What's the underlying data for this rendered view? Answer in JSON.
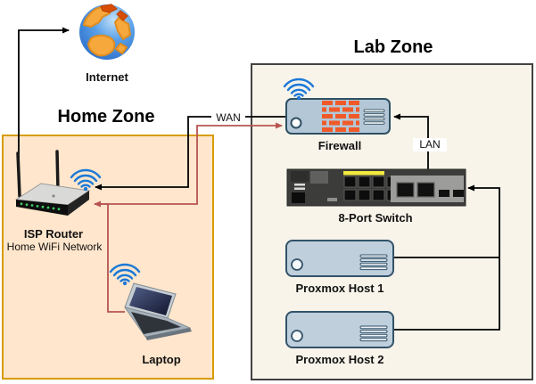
{
  "zones": {
    "home": {
      "title": "Home Zone"
    },
    "lab": {
      "title": "Lab Zone"
    }
  },
  "nodes": {
    "internet": {
      "label": "Internet"
    },
    "router": {
      "label": "ISP Router",
      "sublabel": "Home WiFi Network"
    },
    "laptop": {
      "label": "Laptop"
    },
    "firewall": {
      "label": "Firewall"
    },
    "switch": {
      "label": "8-Port Switch"
    },
    "proxmox1": {
      "label": "Proxmox Host 1"
    },
    "proxmox2": {
      "label": "Proxmox Host 2"
    }
  },
  "edges": {
    "wan": {
      "label": "WAN"
    },
    "lan": {
      "label": "LAN"
    }
  },
  "colors": {
    "home_zone_fill": "#FFE6CC",
    "home_zone_border": "#D79B00",
    "lab_zone_fill": "#F8F4EA",
    "lab_zone_border": "#424242",
    "wired_link": "#000000",
    "wireless_link": "#B85450",
    "wifi_icon_blue": "#1C79D8",
    "firewall_brick": "#F05A28",
    "device_chassis_fill": "#BFCFDC",
    "device_chassis_border": "#33536A",
    "switch_body": "#3C3C3A",
    "switch_accent_yellow": "#F2EA3E"
  }
}
